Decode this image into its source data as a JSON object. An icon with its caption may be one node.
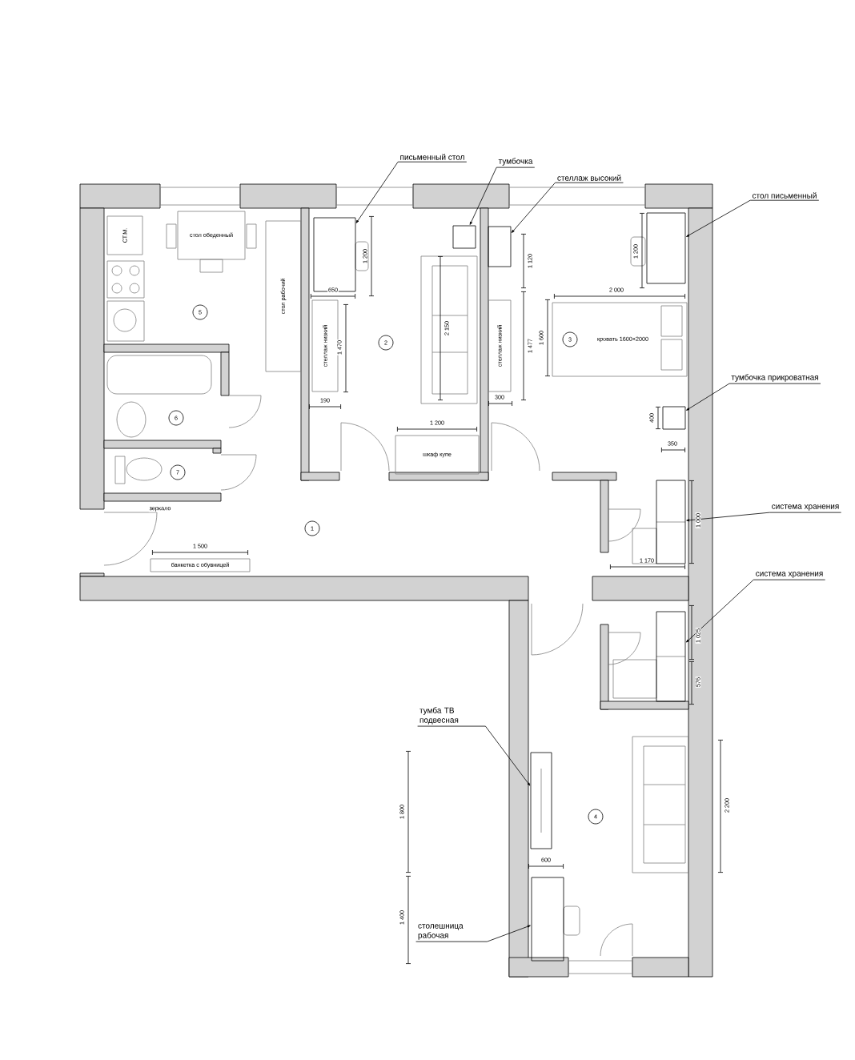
{
  "diagram": {
    "nodes": [
      {
        "text": [
          "письменный стол"
        ]
      },
      {
        "text": [],
        "shape": "box"
      },
      {
        "text": [
          "тумбочка"
        ]
      },
      {
        "text": [],
        "shape": "box"
      },
      {
        "text": [
          "стеллаж высокий"
        ]
      },
      {
        "text": [],
        "shape": "box"
      },
      {
        "text": [
          "стол письменный"
        ]
      },
      {
        "text": [],
        "shape": "box"
      },
      {
        "text": [
          "тумбочка прикроватная"
        ]
      },
      {
        "text": [],
        "shape": "box"
      },
      {
        "text": [
          "система хранения"
        ]
      },
      {
        "text": [],
        "shape": "box"
      },
      {
        "text": [
          "система хранения"
        ]
      },
      {
        "text": [],
        "shape": "box"
      },
      {
        "text": [
          "тумба ТВ подвесная"
        ]
      },
      {
        "text": [],
        "shape": "box"
      },
      {
        "text": [
          "столешница рабочая"
        ]
      },
      {
        "text": [],
        "shape": "box"
      },
      {
        "text": [
          "СТ.М."
        ]
      },
      {
        "text": [
          "стол обеденный"
        ]
      },
      {
        "text": [
          "стол рабочий"
        ]
      },
      {
        "text": [
          "стеллаж низкий"
        ]
      },
      {
        "text": [
          "стеллаж низкий"
        ]
      },
      {
        "text": [
          "кровать 1600×2000"
        ]
      },
      {
        "text": [
          "шкаф купе"
        ]
      },
      {
        "text": [
          "банкетка с обувницей"
        ]
      },
      {
        "text": [
          "5"
        ]
      },
      {
        "text": [
          "2"
        ]
      },
      {
        "text": [
          "3"
        ],
        "in": 23
      },
      {
        "text": [
          "6"
        ]
      },
      {
        "text": [
          "7"
        ]
      },
      {
        "text": [
          "1"
        ]
      },
      {
        "text": [
          "4"
        ]
      }
    ],
    "edges": [
      {
        "from": 0,
        "to": 1,
        "arrow": "to"
      },
      {
        "from": 2,
        "to": 3,
        "arrow": "to"
      },
      {
        "from": 4,
        "to": 5,
        "arrow": "to"
      },
      {
        "from": 6,
        "to": 7,
        "arrow": "to"
      },
      {
        "from": 8,
        "to": 9,
        "arrow": "to"
      },
      {
        "from": 10,
        "to": 11,
        "arrow": "to"
      },
      {
        "from": 12,
        "to": 13,
        "arrow": "to"
      },
      {
        "from": 14,
        "to": 15,
        "arrow": "to"
      },
      {
        "from": 16,
        "to": 17,
        "arrow": "to"
      }
    ],
    "labels": [
      "зеркало",
      "1 500",
      "650",
      "1 200",
      "1 470",
      "190",
      "2 150",
      "1 120",
      "1 477",
      "300",
      "1 200",
      "1 200",
      "2 000",
      "1 600",
      "400",
      "350",
      "1 170",
      "1 000",
      "1 025",
      "576",
      "2 200",
      "1 800",
      "600",
      "1 400"
    ]
  }
}
